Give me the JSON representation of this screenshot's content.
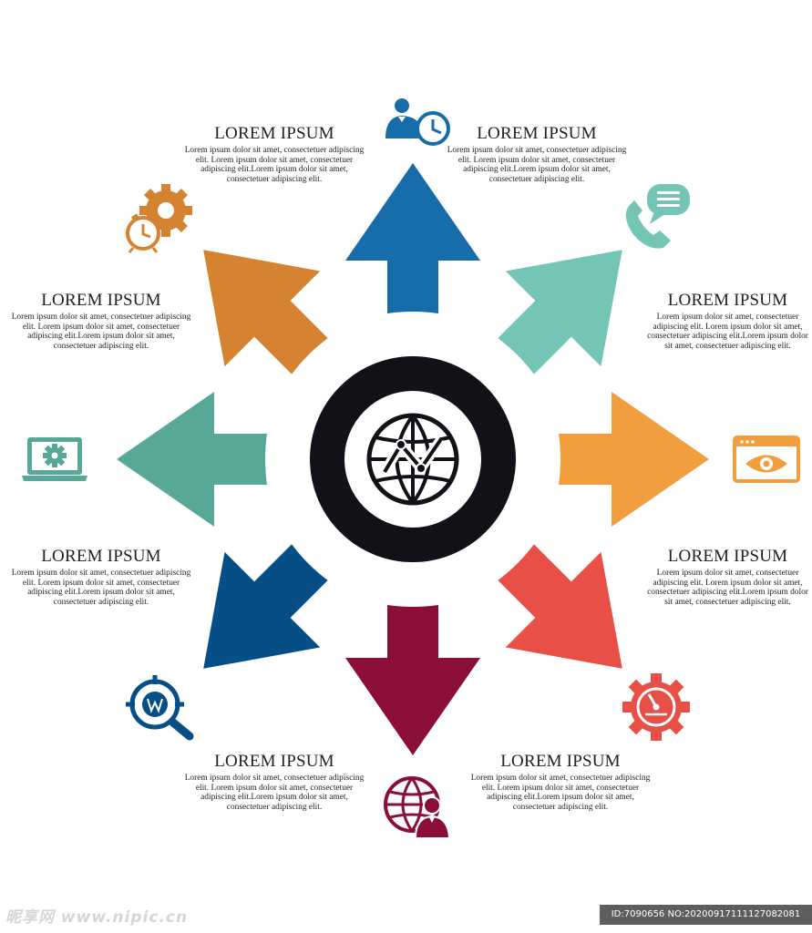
{
  "colors": {
    "up": "#166DA9",
    "up_right": "#74C5B6",
    "right": "#F09E3E",
    "down_right": "#E85047",
    "down": "#8B0E38",
    "down_left": "#064F86",
    "left": "#58A897",
    "up_left": "#D58331",
    "hub": "#111117"
  },
  "blocks": [
    {
      "title": "LOREM IPSUM",
      "body": "Lorem ipsum dolor sit amet, consectetuer adipiscing elit. Lorem ipsum dolor sit amet, consectetuer adipiscing elit.Lorem ipsum dolor sit amet, consectetuer adipiscing elit."
    },
    {
      "title": "LOREM IPSUM",
      "body": "Lorem ipsum dolor sit amet, consectetuer adipiscing elit. Lorem ipsum dolor sit amet, consectetuer adipiscing elit.Lorem ipsum dolor sit amet, consectetuer adipiscing elit."
    },
    {
      "title": "LOREM IPSUM",
      "body": "Lorem ipsum dolor sit amet, consectetuer adipiscing elit. Lorem ipsum dolor sit amet, consectetuer adipiscing elit.Lorem ipsum dolor sit amet, consectetuer adipiscing elit."
    },
    {
      "title": "LOREM IPSUM",
      "body": "Lorem ipsum dolor sit amet, consectetuer adipiscing elit. Lorem ipsum dolor sit amet, consectetuer adipiscing elit.Lorem ipsum dolor sit amet, consectetuer adipiscing elit."
    },
    {
      "title": "LOREM IPSUM",
      "body": "Lorem ipsum dolor sit amet, consectetuer adipiscing elit. Lorem ipsum dolor sit amet, consectetuer adipiscing elit.Lorem ipsum dolor sit amet, consectetuer adipiscing elit."
    },
    {
      "title": "LOREM IPSUM",
      "body": "Lorem ipsum dolor sit amet, consectetuer adipiscing elit. Lorem ipsum dolor sit amet, consectetuer adipiscing elit.Lorem ipsum dolor sit amet, consectetuer adipiscing elit."
    },
    {
      "title": "LOREM IPSUM",
      "body": "Lorem ipsum dolor sit amet, consectetuer adipiscing elit. Lorem ipsum dolor sit amet, consectetuer adipiscing elit.Lorem ipsum dolor sit amet, consectetuer adipiscing elit."
    },
    {
      "title": "LOREM IPSUM",
      "body": "Lorem ipsum dolor sit amet, consectetuer adipiscing elit. Lorem ipsum dolor sit amet, consectetuer adipiscing elit.Lorem ipsum dolor sit amet, consectetuer adipiscing elit."
    }
  ],
  "icons": {
    "top": "businessman-clock-icon",
    "top_right": "phone-chat-icon",
    "right": "browser-eye-icon",
    "bottom_right": "gear-dashboard-icon",
    "bottom": "globe-businessman-icon",
    "bottom_left": "search-w-icon",
    "left": "laptop-gear-icon",
    "top_left": "gear-alarm-clock-icon",
    "center": "globe-chart-icon"
  },
  "watermark": {
    "left": "昵享网 www.nipic.cn",
    "right": "ID:7090656 NO:20200917111127082081"
  }
}
